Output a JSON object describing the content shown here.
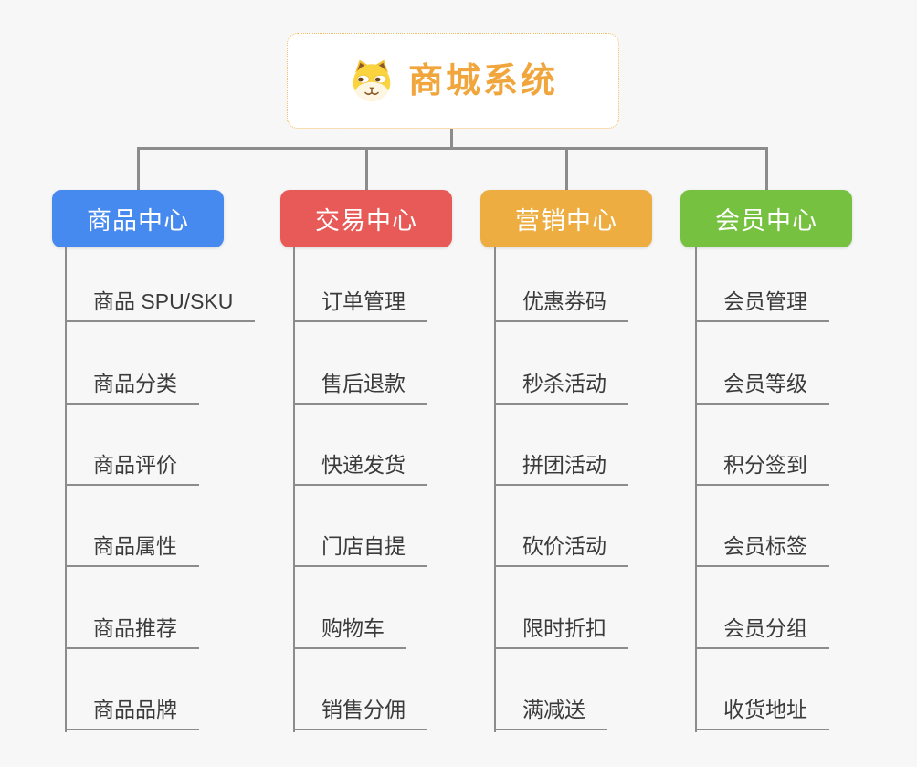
{
  "page": {
    "background_color": "#F7F7F7",
    "connector_color": "#8C8C8C"
  },
  "root": {
    "title": "商城系统",
    "icon": "dog-face-icon",
    "text_color": "#F0A63C",
    "border_color": "#F2BC60"
  },
  "branches": [
    {
      "label": "商品中心",
      "color": "#4689EF",
      "items": [
        "商品 SPU/SKU",
        "商品分类",
        "商品评价",
        "商品属性",
        "商品推荐",
        "商品品牌"
      ]
    },
    {
      "label": "交易中心",
      "color": "#E75A57",
      "items": [
        "订单管理",
        "售后退款",
        "快递发货",
        "门店自提",
        "购物车",
        "销售分佣"
      ]
    },
    {
      "label": "营销中心",
      "color": "#EDAD41",
      "items": [
        "优惠券码",
        "秒杀活动",
        "拼团活动",
        "砍价活动",
        "限时折扣",
        "满减送"
      ]
    },
    {
      "label": "会员中心",
      "color": "#76C13F",
      "items": [
        "会员管理",
        "会员等级",
        "积分签到",
        "会员标签",
        "会员分组",
        "收货地址"
      ]
    }
  ]
}
